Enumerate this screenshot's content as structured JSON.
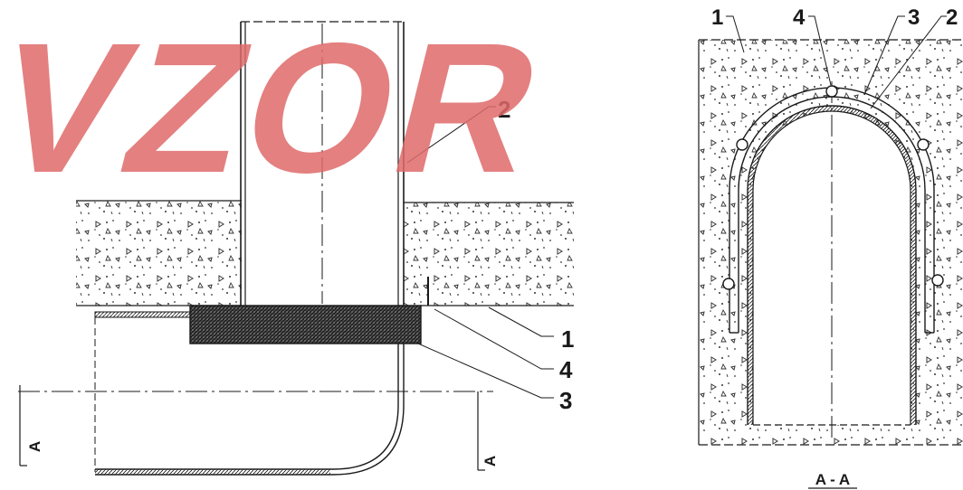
{
  "watermark": {
    "text": "VZOR",
    "color": "#e06a6a"
  },
  "colors": {
    "line": "#1a1a1a",
    "paper": "#ffffff",
    "concrete_dot": "#333333"
  },
  "elevation": {
    "callouts": {
      "c1": "1",
      "c2": "2",
      "c3": "3",
      "c4": "4"
    },
    "section_marks": {
      "left": "A",
      "right": "A"
    }
  },
  "section": {
    "callouts": {
      "c1": "1",
      "c2": "2",
      "c3": "3",
      "c4": "4"
    },
    "title": "A - A"
  }
}
